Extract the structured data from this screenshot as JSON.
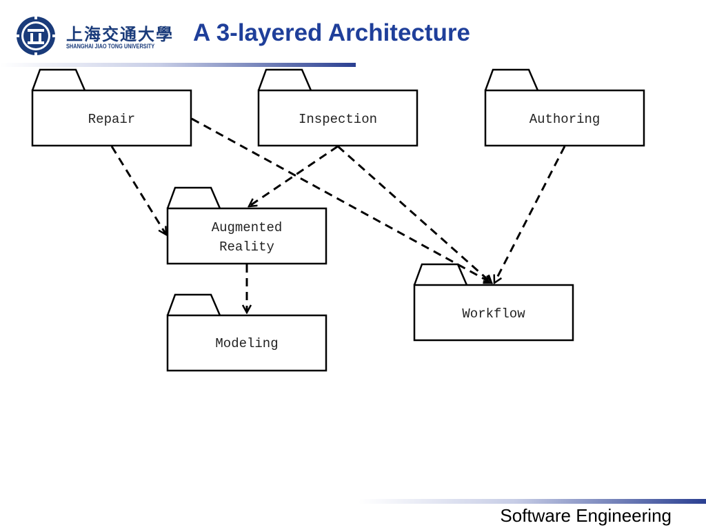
{
  "header": {
    "logo_cn": "上海交通大學",
    "logo_en": "SHANGHAI JIAO TONG UNIVERSITY",
    "title": "A 3-layered Architecture"
  },
  "diagram": {
    "packages": {
      "repair": "Repair",
      "inspection": "Inspection",
      "authoring": "Authoring",
      "augmented_reality_line1": "Augmented",
      "augmented_reality_line2": "Reality",
      "workflow": "Workflow",
      "modeling": "Modeling"
    }
  },
  "footer": {
    "text": "Software Engineering"
  },
  "colors": {
    "title": "#1f3f9a",
    "logo": "#1a3b7a",
    "rule": "#2a3f91"
  }
}
